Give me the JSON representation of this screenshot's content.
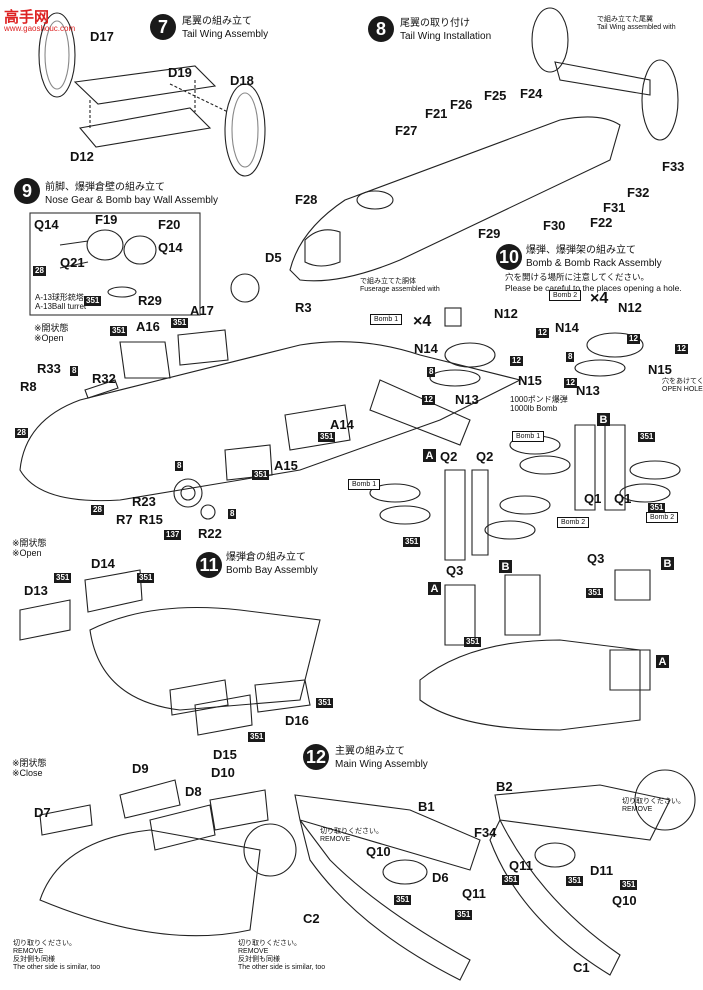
{
  "watermark": {
    "title": "高手网",
    "url": "www.gaoshouc.com"
  },
  "steps": [
    {
      "num": "7",
      "jp": "尾翼の組み立て",
      "en": "Tail Wing Assembly"
    },
    {
      "num": "8",
      "jp": "尾翼の取り付け",
      "en": "Tail Wing Installation"
    },
    {
      "num": "9",
      "jp": "前脚、爆弾倉壁の組み立て",
      "en": "Nose Gear & Bomb bay Wall Assembly"
    },
    {
      "num": "10",
      "jp": "爆弾、爆弾架の組み立て",
      "en": "Bomb & Bomb Rack Assembly"
    },
    {
      "num": "11",
      "jp": "爆弾倉の組み立て",
      "en": "Bomb Bay Assembly"
    },
    {
      "num": "12",
      "jp": "主翼の組み立て",
      "en": "Main Wing Assembly"
    }
  ],
  "notes": {
    "step7_ref_jp": "で組み立てた尾翼",
    "step7_ref_en": "Tail Wing assembled with",
    "step6_ref_jp": "で組み立てた胴体",
    "step6_ref_en": "Fuserage assembled with",
    "hole_jp": "穴を開ける場所に注意してください。",
    "hole_en": "Please be careful to the places opening a hole.",
    "open_hole_jp": "穴をあけてください",
    "open_hole_en": "OPEN HOLE",
    "bomb_jp": "1000ポンド爆弾",
    "bomb_en": "1000lb Bomb",
    "ball_turret_jp": "A-13球形銃塔",
    "ball_turret_en": "A-13Ball turret",
    "open_jp": "※開状態",
    "open_en": "※Open",
    "close_jp": "※閉状態",
    "close_en": "※Close",
    "remove_jp": "切り取りください。",
    "remove_en": "REMOVE",
    "similar_jp": "反対側も同様",
    "similar_en": "The other side is similar, too",
    "remove2_jp": "切り取りください。",
    "remove2_en": "REMOVE",
    "remove3_jp": "切り取りください。",
    "remove3_en": "REMOVE",
    "remove4_jp": "切り取りください。",
    "remove4_en": "REMOVE"
  },
  "bomb_labels": {
    "bomb1": "Bomb 1",
    "bomb2": "Bomb 2",
    "bomb_jp": "爆弾",
    "x4": "×4"
  },
  "parts": {
    "D17": "D17",
    "D19": "D19",
    "D18": "D18",
    "D12": "D12",
    "F21": "F21",
    "F25": "F25",
    "F24": "F24",
    "F26": "F26",
    "F27": "F27",
    "F28": "F28",
    "F33": "F33",
    "F32": "F32",
    "F31": "F31",
    "F22": "F22",
    "F30": "F30",
    "F29": "F29",
    "Q14a": "Q14",
    "F19": "F19",
    "F20": "F20",
    "Q14b": "Q14",
    "Q21": "Q21",
    "R29": "R29",
    "D5": "D5",
    "R3": "R3",
    "A16": "A16",
    "A17": "A17",
    "R33": "R33",
    "R32": "R32",
    "R8": "R8",
    "A14": "A14",
    "A15": "A15",
    "R23": "R23",
    "R7": "R7",
    "R15": "R15",
    "R22": "R22",
    "N12a": "N12",
    "N14a": "N14",
    "N15a": "N15",
    "N13a": "N13",
    "N12b": "N12",
    "N14b": "N14",
    "N15b": "N15",
    "N13b": "N13",
    "Q2a": "Q2",
    "Q2b": "Q2",
    "Q1a": "Q1",
    "Q1b": "Q1",
    "D13": "D13",
    "D14": "D14",
    "D16": "D16",
    "D15": "D15",
    "Q3a": "Q3",
    "Q3b": "Q3",
    "D9": "D9",
    "D8": "D8",
    "D10": "D10",
    "D7": "D7",
    "B1": "B1",
    "B2": "B2",
    "Q10a": "Q10",
    "D6": "D6",
    "Q11a": "Q11",
    "C2": "C2",
    "F34": "F34",
    "Q11b": "Q11",
    "D11": "D11",
    "Q10b": "Q10",
    "C1": "C1"
  },
  "paint_codes": {
    "c351": "351",
    "c28": "28",
    "c8": "8",
    "c12": "12",
    "c137": "137"
  },
  "letters": {
    "A": "A",
    "B": "B"
  }
}
